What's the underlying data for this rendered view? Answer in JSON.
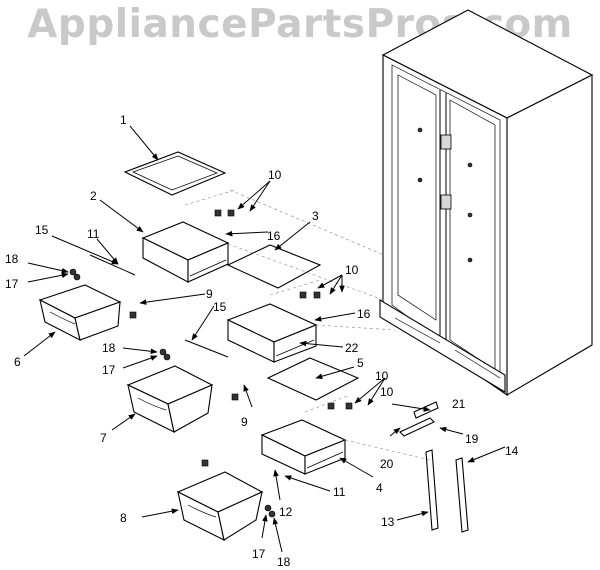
{
  "watermark": "AppliancePartsPros.com",
  "callouts": [
    "1",
    "2",
    "3",
    "4",
    "5",
    "6",
    "7",
    "8",
    "9",
    "9",
    "10",
    "10",
    "10",
    "10",
    "11",
    "11",
    "12",
    "13",
    "14",
    "15",
    "15",
    "16",
    "16",
    "17",
    "17",
    "17",
    "18",
    "18",
    "18",
    "19",
    "20",
    "21",
    "22"
  ]
}
